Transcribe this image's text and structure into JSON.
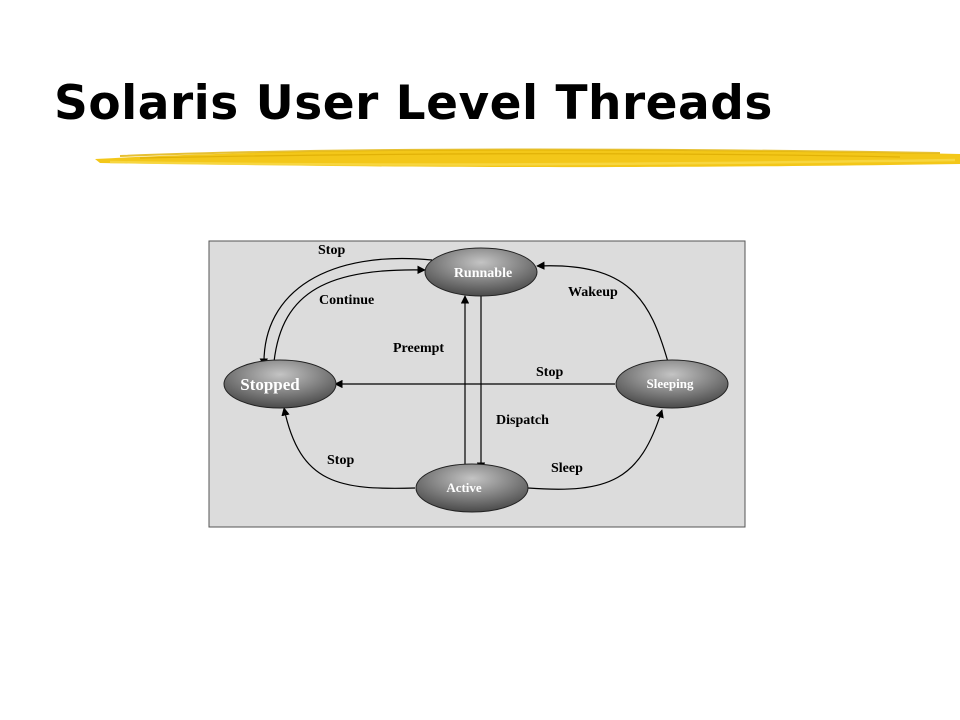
{
  "slide": {
    "title": "Solaris User Level Threads"
  },
  "colors": {
    "accent_stroke": "#f2c100",
    "panel_background": "#dcdcdc",
    "state_fill_dark": "#555555",
    "state_fill_light": "#bdbdbd"
  },
  "diagram": {
    "states": {
      "runnable": "Runnable",
      "stopped": "Stopped",
      "sleeping": "Sleeping",
      "active": "Active"
    },
    "transitions": {
      "stop_top": "Stop",
      "continue": "Continue",
      "wakeup": "Wakeup",
      "preempt": "Preempt",
      "stop_middle": "Stop",
      "dispatch": "Dispatch",
      "stop_bottom": "Stop",
      "sleep": "Sleep"
    }
  }
}
